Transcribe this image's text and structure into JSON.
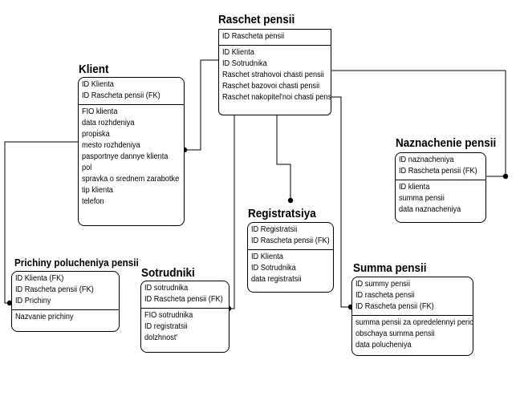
{
  "entities": {
    "raschet": {
      "title": "Raschet pensii",
      "keys": [
        "ID Rascheta pensii"
      ],
      "attrs": [
        "ID Klienta",
        "ID Sotrudnika",
        "Raschet strahovoi chasti pensii",
        "Raschet bazovoi chasti pensii",
        "Raschet nakopitel'noi chasti pensii"
      ]
    },
    "klient": {
      "title": "Klient",
      "keys": [
        "ID Klienta",
        "ID Rascheta pensii (FK)"
      ],
      "attrs": [
        "FIO klienta",
        "data rozhdeniya",
        "propiska",
        "mesto rozhdeniya",
        "pasportnye dannye klienta",
        "pol",
        "spravka o srednem zarabotke",
        "tip klienta",
        "telefon"
      ]
    },
    "naznachenie": {
      "title": "Naznachenie pensii",
      "keys": [
        "ID naznacheniya",
        "ID Rascheta pensii (FK)"
      ],
      "attrs": [
        "ID klienta",
        "summa pensii",
        "data naznacheniya"
      ]
    },
    "registratsiya": {
      "title": "Registratsiya",
      "keys": [
        "ID Registratsii",
        "ID Rascheta pensii (FK)"
      ],
      "attrs": [
        "ID Klienta",
        "ID Sotrudnika",
        "data registratsii"
      ]
    },
    "prichiny": {
      "title": "Prichiny polucheniya pensii",
      "keys": [
        "ID Klienta (FK)",
        "ID Rascheta pensii (FK)",
        "ID Prichiny"
      ],
      "attrs": [
        "Nazvanie prichiny"
      ]
    },
    "sotrudniki": {
      "title": "Sotrudniki",
      "keys": [
        "ID sotrudnika",
        "ID Rascheta pensii (FK)"
      ],
      "attrs": [
        "FIO sotrudnika",
        "ID registratsii",
        "dolzhnost'"
      ]
    },
    "summa": {
      "title": "Summa pensii",
      "keys": [
        "ID summy pensii",
        "ID rascheta pensii",
        "ID Rascheta pensii (FK)"
      ],
      "attrs": [
        "summa pensii za opredelennyi period",
        "obschaya summa pensii",
        "data polucheniya"
      ]
    }
  }
}
